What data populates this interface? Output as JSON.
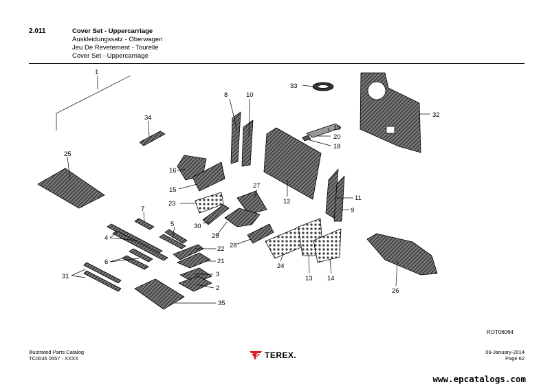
{
  "header": {
    "section": "2.011",
    "titles": [
      "Cover Set - Uppercarriage",
      "Auskleidungssatz - Oberwagen",
      "Jeu De Revetement - Tourelle",
      "Cover Set - Uppercarriage"
    ]
  },
  "drawing_ref": "ROT06064",
  "callouts": [
    "1",
    "2",
    "3",
    "4",
    "5",
    "6",
    "7",
    "8",
    "9",
    "10",
    "11",
    "12",
    "13",
    "14",
    "15",
    "16",
    "19",
    "20",
    "18",
    "21",
    "22",
    "23",
    "24",
    "25",
    "26",
    "27",
    "28",
    "29",
    "30",
    "31",
    "32",
    "33",
    "34",
    "35"
  ],
  "footer": {
    "left_line1": "Illustrated Parts Catalog",
    "left_line2": "TC0035 0557 - XXXX",
    "brand": "TEREX.",
    "date": "09-January-2014",
    "page": "Page  62"
  },
  "watermark": "www.epcatalogs.com",
  "colors": {
    "hatch": "#3a3a3a",
    "brand_red": "#d6202a"
  }
}
